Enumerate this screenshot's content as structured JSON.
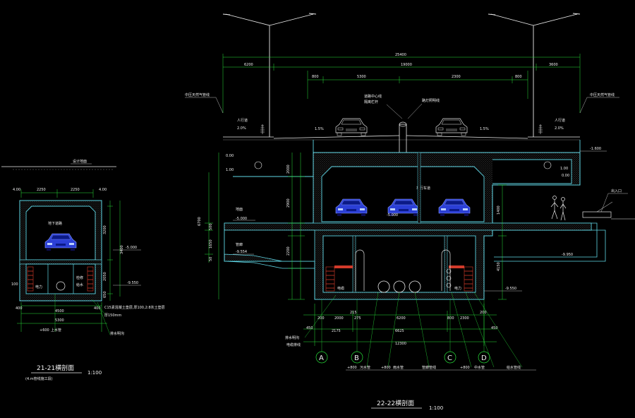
{
  "left_section": {
    "title": "21-21横剖面",
    "scale": "1:100",
    "subtitle": "(4.m管线施工段)",
    "ground_label": "设计地面",
    "dims_top": [
      "2250",
      "2250"
    ],
    "dims_bottom": [
      "4500",
      "5300"
    ],
    "dim_left_top": "4.00",
    "dim_right_top": "4.00",
    "vertical_dims": [
      "3200",
      "3400",
      "2050",
      "650"
    ],
    "level_upper": "-5.000",
    "level_lower": "-9.550",
    "label_tunnel": "地下道路",
    "label_drain": "检修",
    "label_small": [
      "电力",
      "给水"
    ],
    "notes": [
      "C15素混凝土垫层,厚100,2:8灰土垫层",
      "厚150mm",
      "排水明沟"
    ]
  },
  "main_section": {
    "title": "22-22横剖面",
    "scale": "1:100",
    "top_dims": {
      "overall": "25400",
      "left": "6200",
      "middle": "19000",
      "right": "3600",
      "sub": [
        "800",
        "5300",
        "2300",
        "800"
      ]
    },
    "labels": {
      "left_outer": "中压天然气管线",
      "right_outer": "中压天然气管线",
      "left_walk": "人行道",
      "right_walk": "人行道",
      "left_slope": "2.0%",
      "right_slope": "2.0%",
      "lane_slope_left": "1.5%",
      "lane_slope_right": "1.5%",
      "median_1": "道路中心线",
      "median_2": "隔离栏杆",
      "lighting": "路灯照明线",
      "roof_level": "-1.600",
      "tunnel_label": "车行车道",
      "floor_level": "-5.000",
      "floor_level_2": "-5.000",
      "pipe_floor_left": "-9.554",
      "pipe_floor_right": "-9.550",
      "ramp_level": "-9.950",
      "left_floor_tag": "地面",
      "right_floor_tag": "出入口",
      "left_room": "电缆",
      "right_room": "电力",
      "left_side_label": "管廊",
      "left_side_label_2": "管廊"
    },
    "left_vertical_dims": [
      "2000",
      "2900",
      "500",
      "1650",
      "50",
      "2200"
    ],
    "outer_total": "6700",
    "right_vertical_dims": [
      "1400",
      "4150"
    ],
    "bottom_dims": {
      "row1": [
        "450",
        "200",
        "2000",
        "275",
        "215",
        "6200",
        "800",
        "2300",
        "200",
        "450"
      ],
      "row2": [
        "2175",
        "6625"
      ],
      "row3": [
        "12300"
      ]
    },
    "axis_labels": [
      "A",
      "B",
      "C",
      "D"
    ],
    "bottom_notes": [
      "排水明沟",
      "+800",
      "污水管",
      "+800",
      "雨水管",
      "管廊管线",
      "+800",
      "中水管",
      "给水管线"
    ],
    "strip_label": "电缆排线"
  },
  "colors": {
    "background": "#000000",
    "structure": "#5fd7e6",
    "hatch": "#9a9a9a",
    "dims": "#27e23a",
    "text": "#f0f0f0",
    "cars": "#2b3fd6",
    "red_shelves": "#d23a2a"
  }
}
